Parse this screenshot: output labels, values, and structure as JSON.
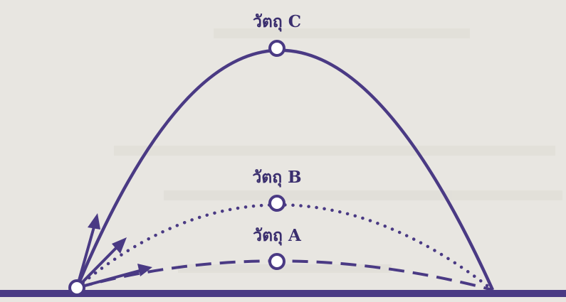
{
  "figure": {
    "objects": [
      {
        "id": "c",
        "label": "วัตถุ C",
        "line_style": "solid"
      },
      {
        "id": "b",
        "label": "วัตถุ B",
        "line_style": "dotted"
      },
      {
        "id": "a",
        "label": "วัตถุ A",
        "line_style": "dashed"
      }
    ]
  },
  "colors": {
    "background": "#e8e6e1",
    "ink": "#4a3a84",
    "label": "#3a2e6e",
    "ball_fill": "#ffffff",
    "ground": "#4a3a84"
  }
}
